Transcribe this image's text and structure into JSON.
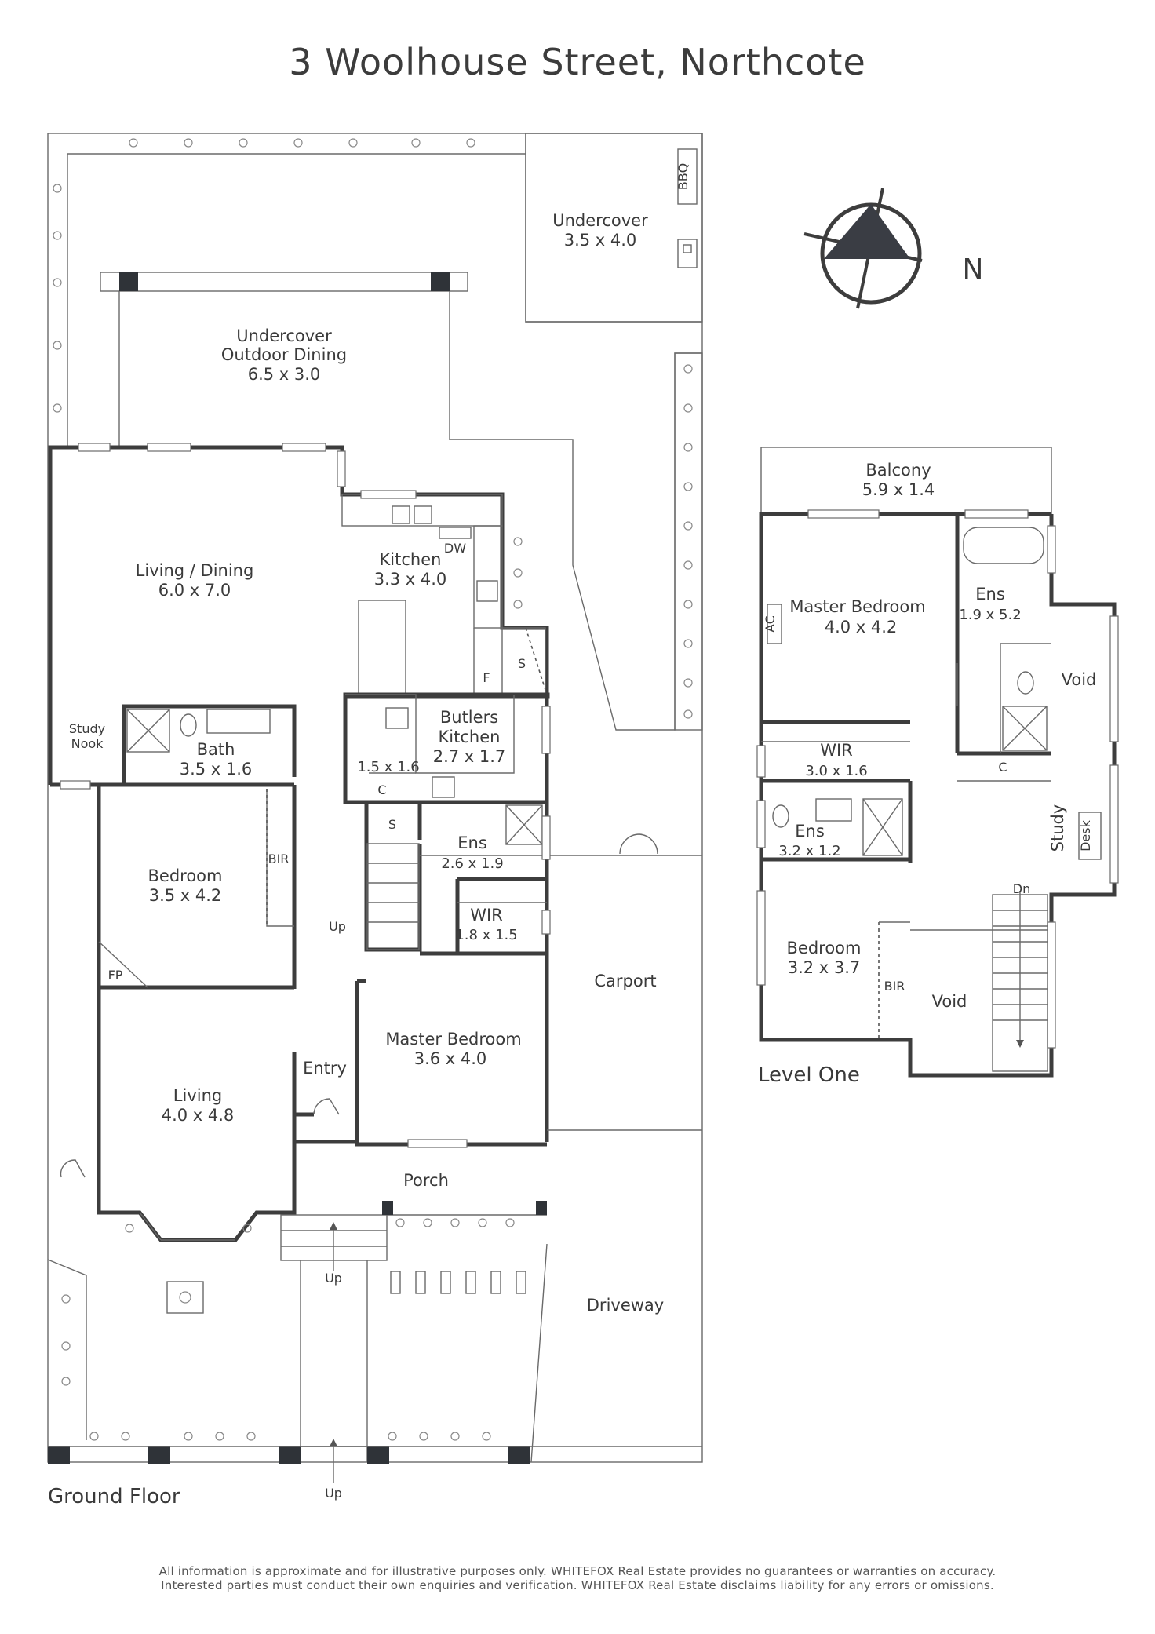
{
  "title": "3 Woolhouse Street, Northcote",
  "compass_label": "N",
  "floors": {
    "ground": "Ground Floor",
    "level_one": "Level One"
  },
  "rooms": {
    "undercover": {
      "name": "Undercover",
      "dims": "3.5 x 4.0"
    },
    "outdoor_dining": {
      "name1": "Undercover",
      "name2": "Outdoor Dining",
      "dims": "6.5 x 3.0"
    },
    "living_dining": {
      "name": "Living / Dining",
      "dims": "6.0 x 7.0"
    },
    "kitchen": {
      "name": "Kitchen",
      "dims": "3.3 x 4.0"
    },
    "butlers": {
      "name1": "Butlers",
      "name2": "Kitchen",
      "dims": "2.7 x 1.7"
    },
    "laundry": {
      "dims": "1.5 x 1.6"
    },
    "bath": {
      "name": "Bath",
      "dims": "3.5 x 1.6"
    },
    "study_nook": {
      "name1": "Study",
      "name2": "Nook"
    },
    "bedroom_g": {
      "name": "Bedroom",
      "dims": "3.5 x 4.2"
    },
    "ens_g": {
      "name": "Ens",
      "dims": "2.6 x 1.9"
    },
    "wir_g": {
      "name": "WIR",
      "dims": "1.8 x 1.5"
    },
    "master_g": {
      "name": "Master Bedroom",
      "dims": "3.6 x 4.0"
    },
    "living": {
      "name": "Living",
      "dims": "4.0 x 4.8"
    },
    "entry": {
      "name": "Entry"
    },
    "porch": {
      "name": "Porch"
    },
    "carport": {
      "name": "Carport"
    },
    "driveway": {
      "name": "Driveway"
    },
    "balcony": {
      "name": "Balcony",
      "dims": "5.9 x 1.4"
    },
    "master_l1": {
      "name": "Master Bedroom",
      "dims": "4.0 x 4.2"
    },
    "ens_l1": {
      "name": "Ens",
      "dims": "1.9 x 5.2"
    },
    "wir_l1": {
      "name": "WIR",
      "dims": "3.0 x 1.6"
    },
    "ens_l1b": {
      "name": "Ens",
      "dims": "3.2 x 1.2"
    },
    "bedroom_l1": {
      "name": "Bedroom",
      "dims": "3.2 x 3.7"
    },
    "study": {
      "name": "Study"
    },
    "void1": {
      "name": "Void"
    },
    "void2": {
      "name": "Void"
    }
  },
  "fixtures": {
    "bbq": "BBQ",
    "dw": "DW",
    "f": "F",
    "s": "S",
    "c": "C",
    "bir": "BIR",
    "fp": "FP",
    "up": "Up",
    "dn": "Dn",
    "ac": "AC",
    "desk": "Desk"
  },
  "disclaimer": {
    "line1": "All information is approximate and for illustrative purposes only. WHITEFOX Real Estate provides no guarantees or warranties on accuracy.",
    "line2": "Interested parties must conduct their own enquiries and verification. WHITEFOX Real Estate disclaims liability for any errors or omissions."
  }
}
